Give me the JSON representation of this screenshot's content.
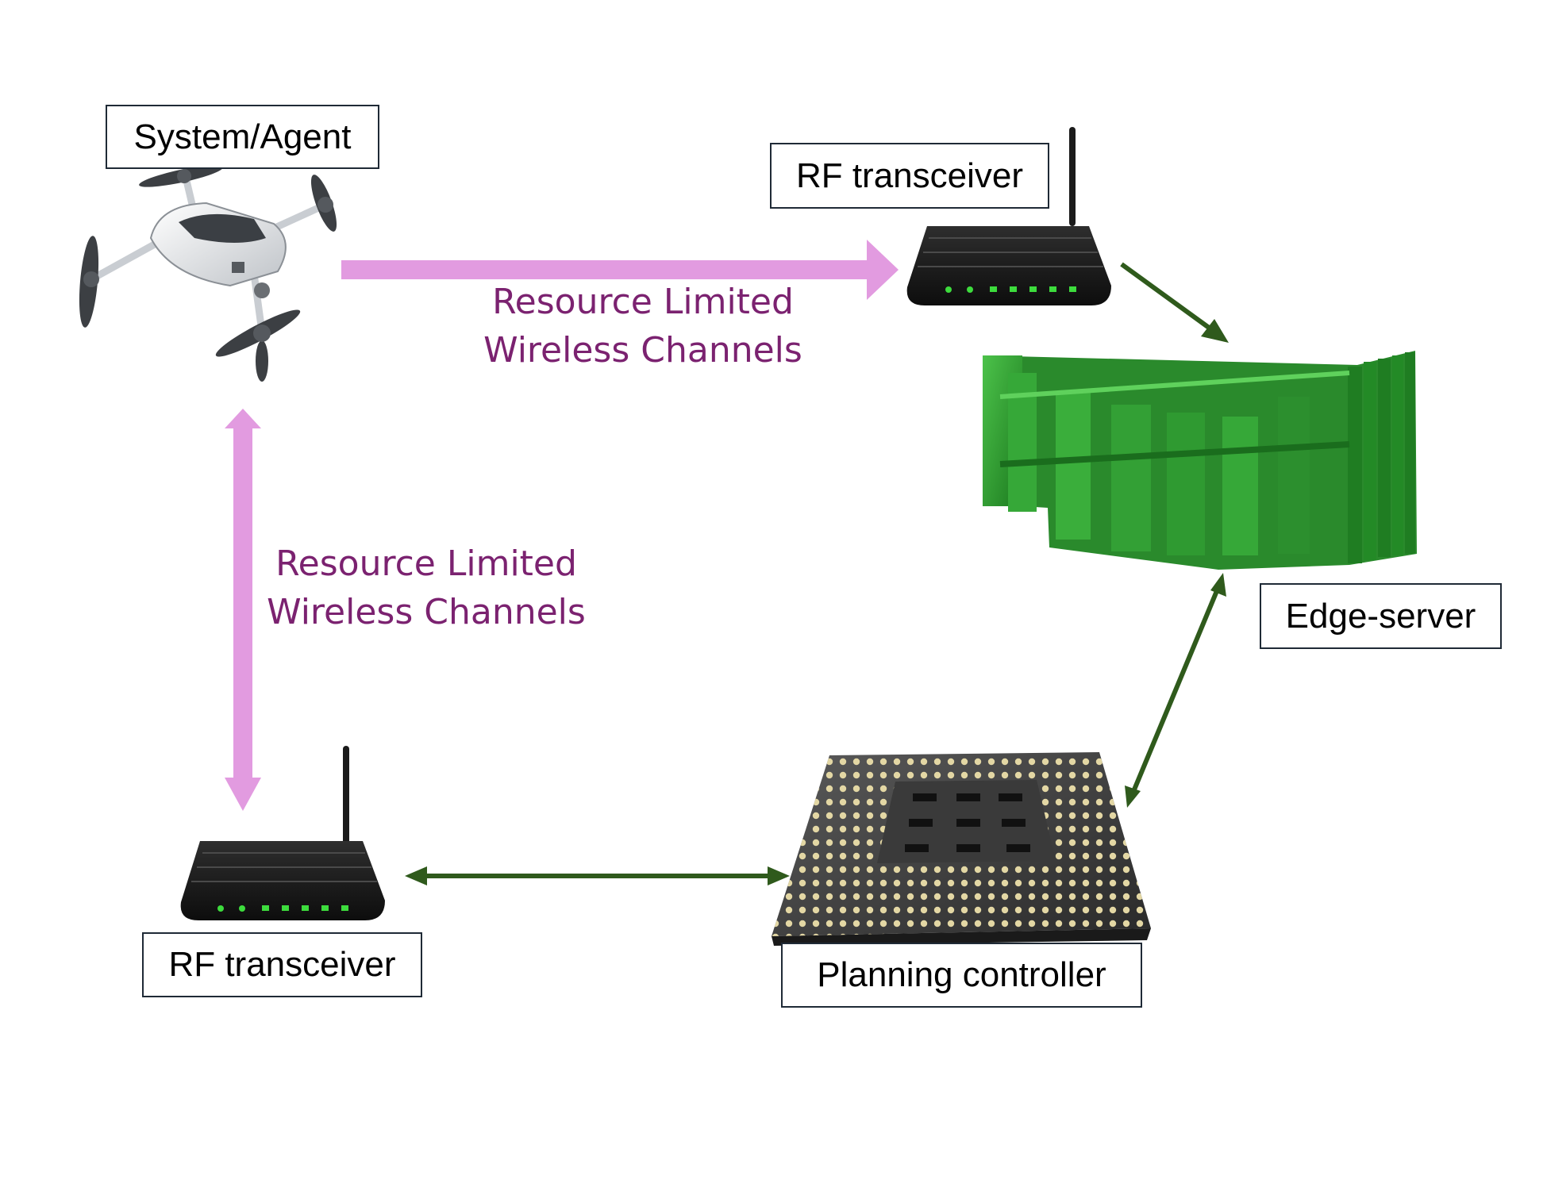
{
  "labels": {
    "system_agent": "System/Agent",
    "rf_top": "RF transceiver",
    "rf_bottom": "RF transceiver",
    "edge_server": "Edge-server",
    "planning_controller": "Planning controller"
  },
  "channels": {
    "horizontal": {
      "line1": "Resource Limited",
      "line2": "Wireless Channels"
    },
    "vertical": {
      "line1": "Resource Limited",
      "line2": "Wireless Channels"
    }
  },
  "icons": {
    "agent": "drone-icon",
    "transceiver": "router-icon",
    "edge_server": "server-rack-icon",
    "controller": "cpu-chip-icon"
  },
  "colors": {
    "wireless_arrow": "#e29be0",
    "wired_arrow": "#2f5a1c",
    "channel_text": "#7b2270",
    "server_green": "#2e9a2e",
    "router_body": "#1c1c1c",
    "led": "#3ddc3d"
  }
}
